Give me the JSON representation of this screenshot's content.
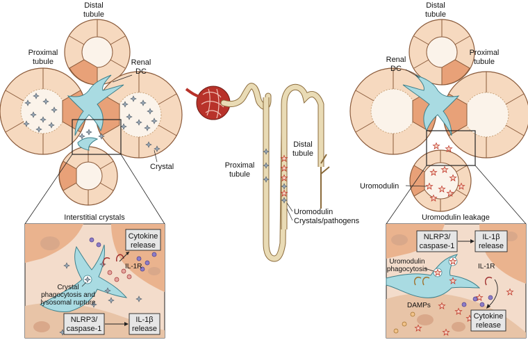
{
  "left_panel": {
    "distal_tubule_1": "Distal",
    "distal_tubule_2": "tubule",
    "proximal_tubule_1": "Proximal",
    "proximal_tubule_2": "tubule",
    "renal_dc_1": "Renal",
    "renal_dc_2": "DC",
    "crystal": "Crystal",
    "inset_title": "Interstitial crystals",
    "cytokine_box_1": "Cytokine",
    "cytokine_box_2": "release",
    "il1r": "IL-1R",
    "phago_1": "Crystal",
    "phago_2": "phagocytosis and",
    "phago_3": "lysosomal rupture",
    "nlrp3_1": "NLRP3/",
    "nlrp3_2": "caspase-1",
    "il1b_1": "IL-1β",
    "il1b_2": "release"
  },
  "center_panel": {
    "proximal_1": "Proximal",
    "proximal_2": "tubule",
    "distal_1": "Distal",
    "distal_2": "tubule",
    "uromodulin": "Uromodulin",
    "crystals_pathogens": "Crystals/pathogens"
  },
  "right_panel": {
    "distal_tubule_1": "Distal",
    "distal_tubule_2": "tubule",
    "proximal_tubule_1": "Proximal",
    "proximal_tubule_2": "tubule",
    "renal_dc_1": "Renal",
    "renal_dc_2": "DC",
    "uromodulin": "Uromodulin",
    "inset_title": "Uromodulin leakage",
    "nlrp3_1": "NLRP3/",
    "nlrp3_2": "caspase-1",
    "il1b_1": "IL-1β",
    "il1b_2": "release",
    "phago_1": "Uromodulin",
    "phago_2": "phagocytosis",
    "il1r": "IL-1R",
    "damps": "DAMPs",
    "cytokine_box_1": "Cytokine",
    "cytokine_box_2": "release"
  },
  "colors": {
    "cell_fill": "#f6d9bf",
    "cell_outline": "#8a5a3a",
    "dark_cell": "#e8a178",
    "lumen": "#fbf3ea",
    "dc_cyan": "#a9dbe2",
    "glomerulus": "#b8322a",
    "nephron": "#e9dbb5",
    "box_fill": "#e6e6e6"
  }
}
